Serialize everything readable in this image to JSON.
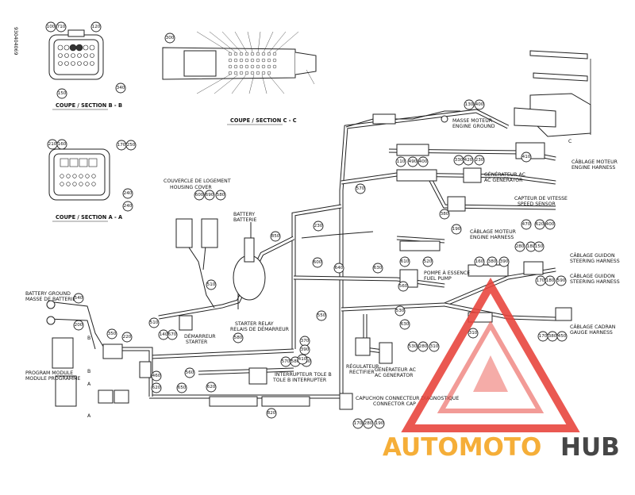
{
  "doc_code": "930404069",
  "sections": {
    "b": {
      "title": "COUPE / SECTION B - B"
    },
    "c": {
      "title": "COUPE / SECTION C - C"
    },
    "a": {
      "title": "COUPE / SECTION A - A"
    }
  },
  "labels": {
    "housing_cover": [
      "COUVERCLE DE LOGEMENT",
      "HOUSING COVER"
    ],
    "battery": [
      "BATTERY",
      "BATTERIE"
    ],
    "battery_ground": [
      "BATTERY GROUND",
      "MASSE DE BATTERIE"
    ],
    "program_module": [
      "PROGRAM MODULE",
      "MODULE PROGRAMME"
    ],
    "starter": [
      "DÉMARREUR",
      "STARTER"
    ],
    "starter_relay": [
      "STARTER RELAY",
      "RELAIS DE DÉMARREUR"
    ],
    "engine_ground": [
      "MASSE MOTEUR",
      "ENGINE GROUND"
    ],
    "engine_harness_top": [
      "CÂBLAGE MOTEUR",
      "ENGINE HARNESS"
    ],
    "ac_generator_top": [
      "GÉNÉRATEUR AC",
      "AC GENERATOR"
    ],
    "speed_sensor": [
      "CAPTEUR DE VITESSE",
      "SPEED SENSOR"
    ],
    "engine_harness_mid": [
      "CÂBLAGE MOTEUR",
      "ENGINE HARNESS"
    ],
    "fuel_pump": [
      "POMPE À ESSENCE",
      "FUEL PUMP"
    ],
    "steering_harness": [
      "CÂBLAGE GUIDON",
      "STEERING HARNESS"
    ],
    "gauge_harness": [
      "CÂBLAGE CADRAN",
      "GAUGE HARNESS"
    ],
    "rectifier": [
      "RÉGULATEUR",
      "RECTIFIER"
    ],
    "ac_generator_bottom": [
      "GÉNÉRATEUR AC",
      "AC GENERATOR"
    ],
    "tether_switch": [
      "INTERRUPTEUR TOLE B",
      "TOLE B INTERRUPTER"
    ],
    "connector_cap": [
      "CAPUCHON CONNECTEUR DIAGNOSTIQUE",
      "CONNECTOR CAP"
    ]
  },
  "letters": {
    "a": "A",
    "b": "B",
    "c": "C"
  },
  "callouts": [
    "100",
    "710",
    "120",
    "340",
    "150",
    "300",
    "210",
    "160",
    "170",
    "250",
    "240",
    "240",
    "600",
    "690",
    "580",
    "850",
    "510",
    "510",
    "140",
    "670",
    "540",
    "350",
    "220",
    "200",
    "460",
    "620",
    "560",
    "650",
    "570",
    "580",
    "530",
    "580",
    "620",
    "820",
    "570",
    "230",
    "600",
    "640",
    "630",
    "610",
    "520",
    "560",
    "550",
    "530",
    "630",
    "130",
    "400",
    "190",
    "490",
    "400",
    "330",
    "420",
    "230",
    "410",
    "470",
    "620",
    "400",
    "160",
    "380",
    "390",
    "280",
    "180",
    "150",
    "170",
    "180",
    "590",
    "170",
    "380",
    "450",
    "310",
    "370",
    "390",
    "410",
    "530",
    "280",
    "310",
    "170",
    "280",
    "190",
    "110",
    "380",
    "420",
    "130",
    "230",
    "370"
  ],
  "watermark": {
    "part1": "AUTOMOTO",
    "part2": "HUB",
    "color1": "#f5a623",
    "color2": "#333333",
    "accent": "#e8423a"
  }
}
